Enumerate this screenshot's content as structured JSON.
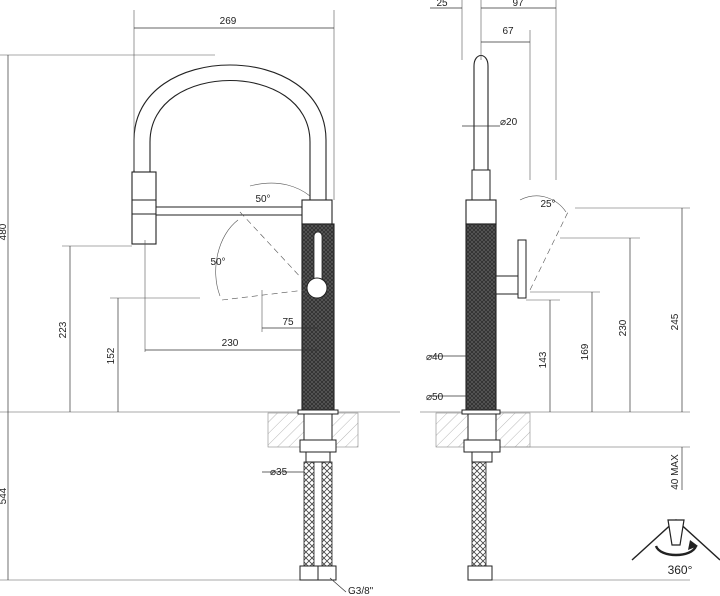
{
  "front_view": {
    "dims": {
      "width_top": "269",
      "height_total": "480",
      "reach": "230",
      "hand_offset": "75",
      "height_223": "223",
      "height_152": "152",
      "angle_upper": "50°",
      "angle_lower": "50°",
      "below_deck": "544",
      "hole_diameter": "35",
      "thread": "G3/8\""
    }
  },
  "side_view": {
    "dims": {
      "d25": "25",
      "d97": "97",
      "d67": "67",
      "dia20": "20",
      "angle": "25°",
      "dia40": "40",
      "dia50": "50",
      "h143": "143",
      "h169": "169",
      "h230": "230",
      "h245": "245",
      "deck_max": "40 MAX"
    }
  },
  "rotation": {
    "label": "360°"
  },
  "colors": {
    "line": "#222222",
    "body_dark": "#3a3a3a",
    "hatch": "#888888"
  }
}
